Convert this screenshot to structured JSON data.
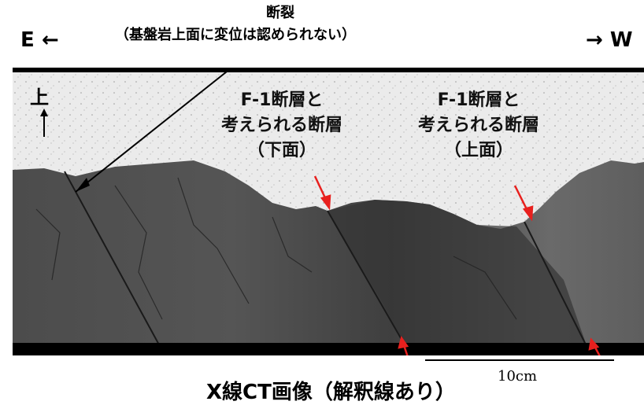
{
  "direction": {
    "east": "E",
    "west": "W"
  },
  "fissure": {
    "title": "断裂",
    "note": "（基盤岩上面に変位は認められない）"
  },
  "up_label": "上",
  "annotations": {
    "lower": {
      "line1": "F-1断層と",
      "line2": "考えられる断層",
      "line3": "（下面）"
    },
    "upper": {
      "line1": "F-1断層と",
      "line2": "考えられる断層",
      "line3": "（上面）"
    }
  },
  "scale": "10cm",
  "caption": "X線CT画像（解釈線あり）",
  "colors": {
    "rock": "#5a5a5a",
    "sediment": "#ececec",
    "arrow_red": "#e8201e",
    "line_black": "#000000"
  }
}
